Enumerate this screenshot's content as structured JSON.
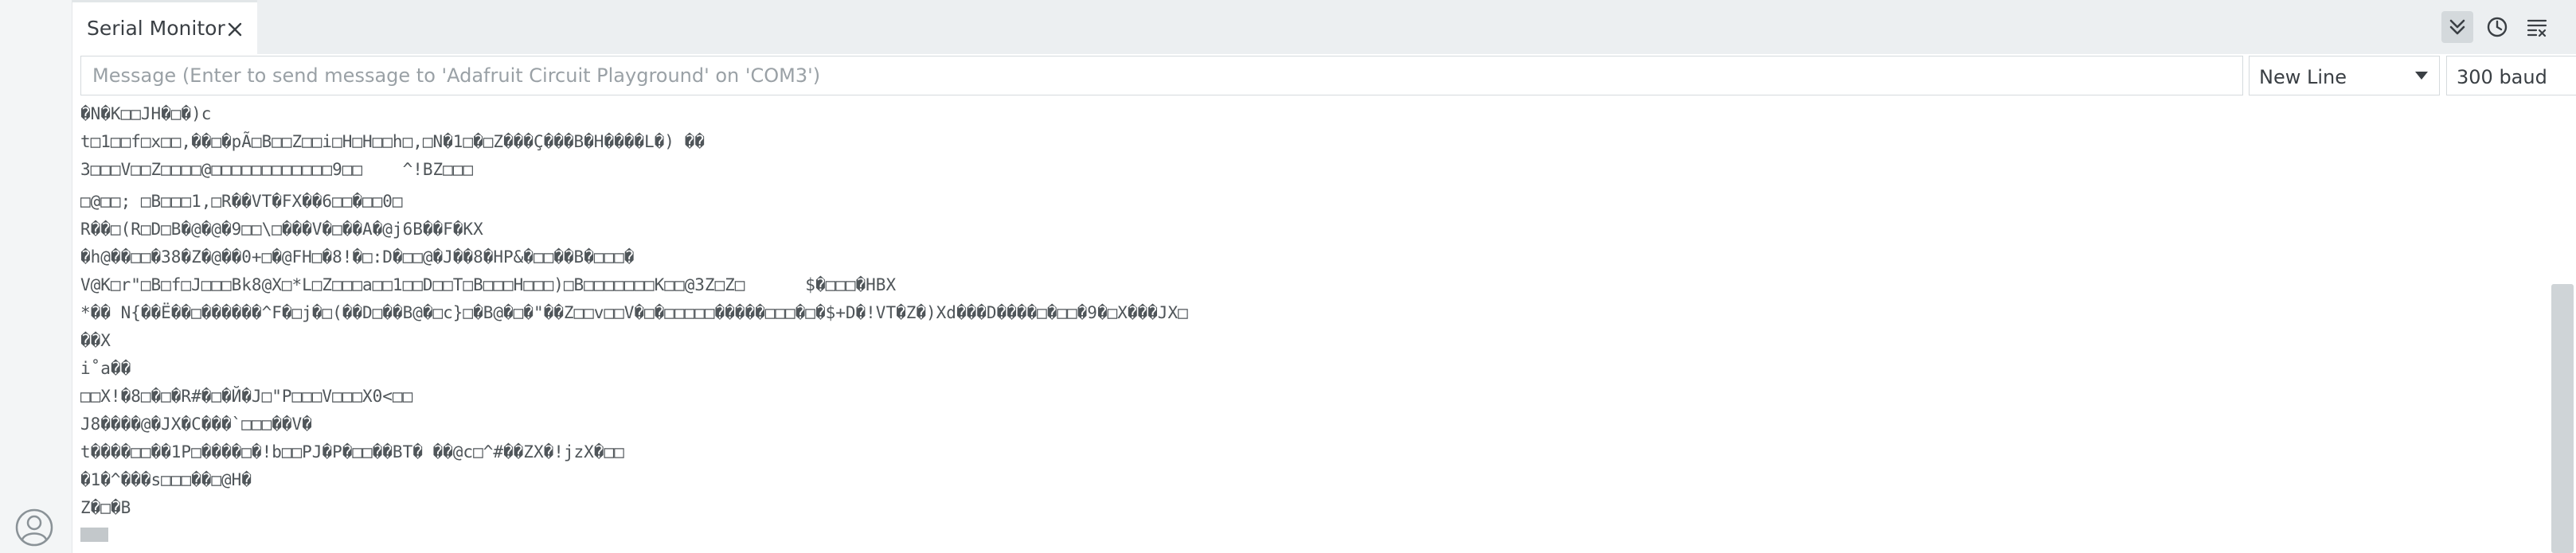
{
  "tab": {
    "label": "Serial Monitor"
  },
  "toolbar": {
    "icons": [
      "autoscroll-icon",
      "timestamp-icon",
      "clear-output-icon"
    ]
  },
  "input": {
    "placeholder": "Message (Enter to send message to 'Adafruit Circuit Playground' on 'COM3')",
    "value": ""
  },
  "line_ending": {
    "selected": "New Line"
  },
  "baud_rate": {
    "selected": "300 baud"
  },
  "output_lines": [
    "�N�K□□JH�□�)c",
    "t□1□□f□x□□,��□�pÃ□B□□Z□□i□H□H□□h□,□N�1□�□Z���Ç���B�H����L�) ��",
    "3□□□V□□Z□□□□@□□□□□□□□□□□□9□□    ^!BZ□□□",
    "",
    "□@□□; □B□□□1,□R��VT�FX��6□□�□□0□",
    "R��□(R□D□B�@�@�9□□\\□���V�□��A�@j6B��F�KX",
    "�h@��□□�38�Z�@��0+□�@FH□�8!�□:D�□□@�J��8�HP&�□□��B�□□□�",
    "V@K□r\"□B□f□J□□□Bk8@X□*L□Z□□□a□□1□□D□□T□B□□□H□□□)□B□□□□□□□K□□@3Z□Z□      $�□□□�HBX",
    "*�� N{��Ë��□������^F�□j�□(��D□��B@�□c}□�B@�□�\"��Z□□v□□V�□�□□□□□�����□□□�□�$+D�!VT�Z�)Xd���D����□�□□�9�□X���JX□",
    "��X",
    "i˚a��",
    "□□X!�8□�□�R#�□�Й�J□\"P□□□V□□□X0<□□",
    "J8����@�JX�C���`□□□��V�",
    "t����□□��1P□����□�!b□□PJ�P�□□��BT� ��@c□^#��ZX�!jzX�□□",
    "�1�^���s□□□��□@H�",
    "Z�□�B"
  ]
}
